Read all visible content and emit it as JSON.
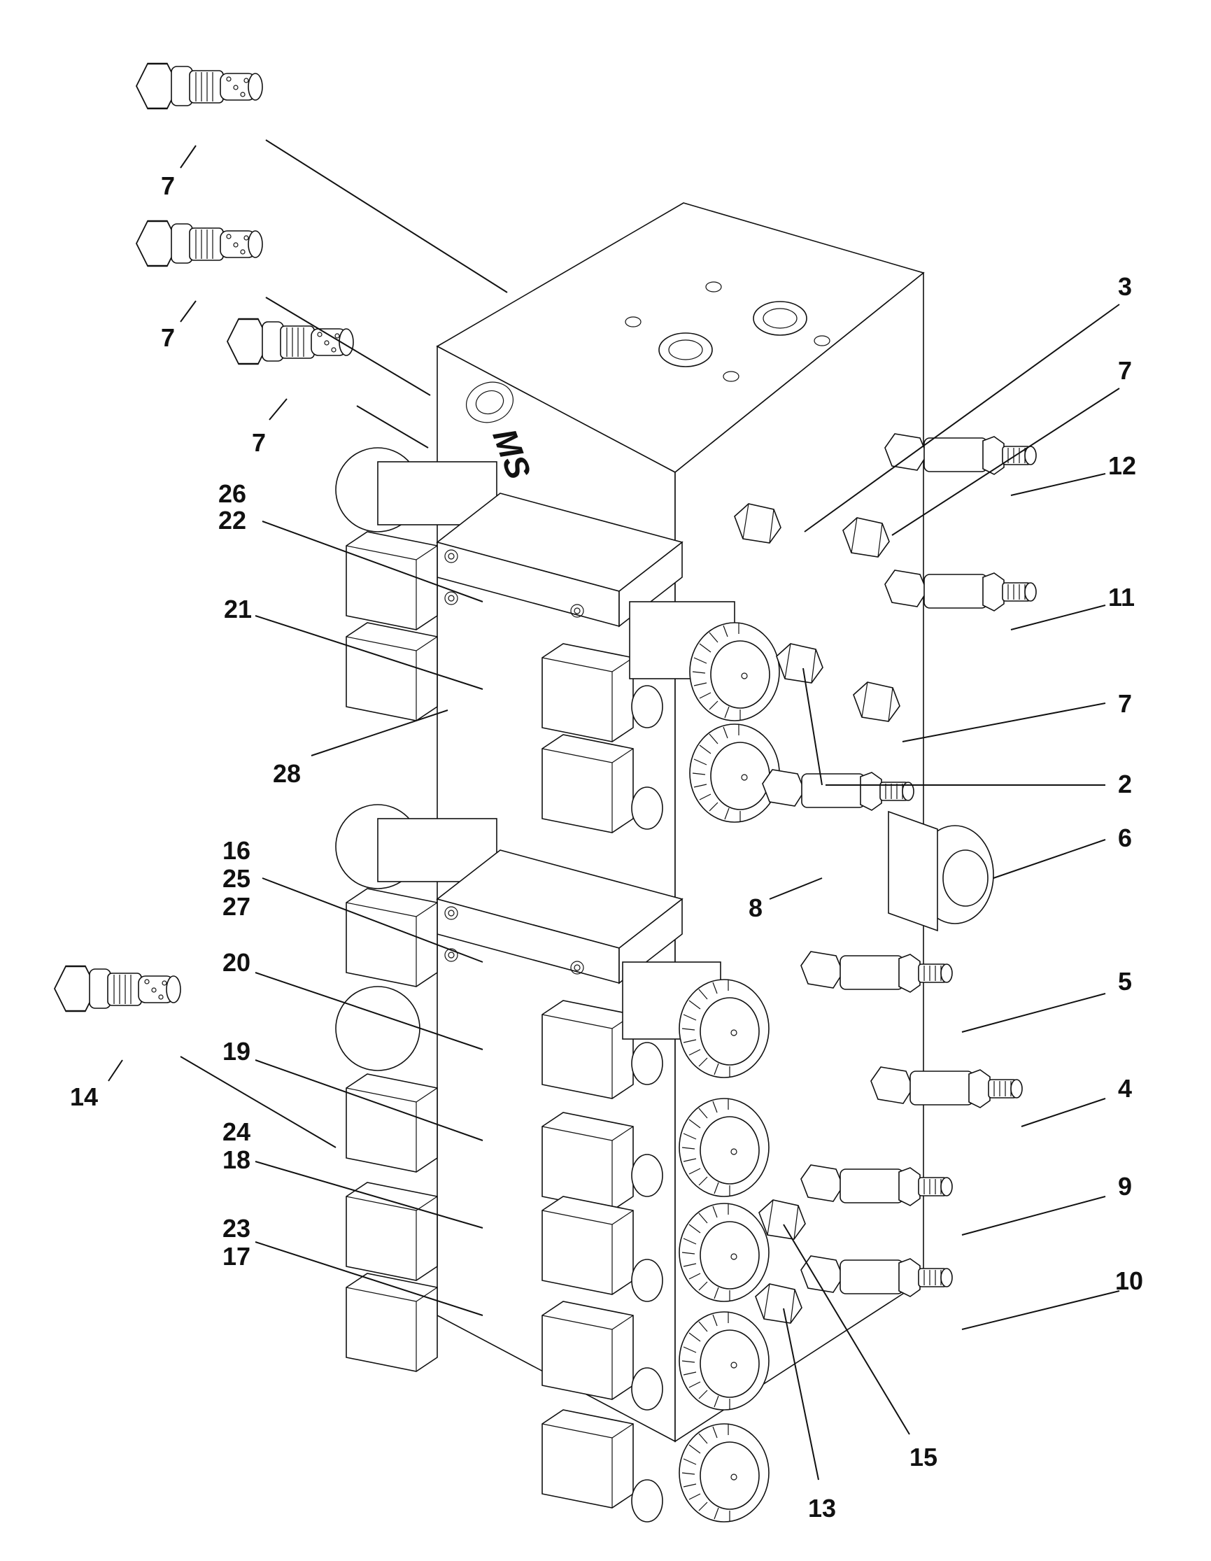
{
  "colors": {
    "ink": "#111111",
    "paper": "#ffffff"
  },
  "block_logo": "MS",
  "callouts": [
    {
      "id": "c-7-a",
      "lines": [
        "7"
      ]
    },
    {
      "id": "c-7-b",
      "lines": [
        "7"
      ]
    },
    {
      "id": "c-7-c",
      "lines": [
        "7"
      ]
    },
    {
      "id": "c-26-22",
      "lines": [
        "26",
        "22"
      ]
    },
    {
      "id": "c-21",
      "lines": [
        "21"
      ]
    },
    {
      "id": "c-28",
      "lines": [
        "28"
      ]
    },
    {
      "id": "c-16-25-27",
      "lines": [
        "16",
        "25",
        "27"
      ]
    },
    {
      "id": "c-20",
      "lines": [
        "20"
      ]
    },
    {
      "id": "c-19",
      "lines": [
        "19"
      ]
    },
    {
      "id": "c-14",
      "lines": [
        "14"
      ]
    },
    {
      "id": "c-24-18",
      "lines": [
        "24",
        "18"
      ]
    },
    {
      "id": "c-23-17",
      "lines": [
        "23",
        "17"
      ]
    },
    {
      "id": "c-3",
      "lines": [
        "3"
      ]
    },
    {
      "id": "c-7-d",
      "lines": [
        "7"
      ]
    },
    {
      "id": "c-12",
      "lines": [
        "12"
      ]
    },
    {
      "id": "c-11",
      "lines": [
        "11"
      ]
    },
    {
      "id": "c-7-e",
      "lines": [
        "7"
      ]
    },
    {
      "id": "c-2",
      "lines": [
        "2"
      ]
    },
    {
      "id": "c-6",
      "lines": [
        "6"
      ]
    },
    {
      "id": "c-8",
      "lines": [
        "8"
      ]
    },
    {
      "id": "c-5",
      "lines": [
        "5"
      ]
    },
    {
      "id": "c-4",
      "lines": [
        "4"
      ]
    },
    {
      "id": "c-9",
      "lines": [
        "9"
      ]
    },
    {
      "id": "c-10",
      "lines": [
        "10"
      ]
    },
    {
      "id": "c-15",
      "lines": [
        "15"
      ]
    },
    {
      "id": "c-13",
      "lines": [
        "13"
      ]
    }
  ]
}
